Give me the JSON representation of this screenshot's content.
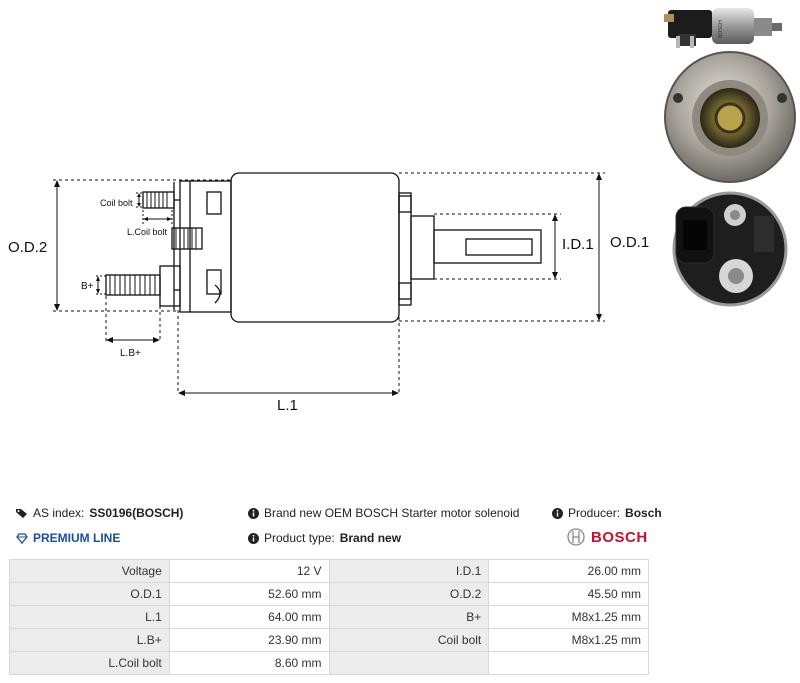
{
  "dimension_labels": {
    "od2": "O.D.2",
    "od1": "O.D.1",
    "id1": "I.D.1",
    "l1": "L.1",
    "coil_bolt": "Coil bolt",
    "lcoil_bolt": "L.Coil bolt",
    "b_plus": "B+",
    "lb_plus": "L.B+"
  },
  "header": {
    "as_index_label": "AS index:",
    "as_index_value": "SS0196(BOSCH)",
    "premium_line": "PREMIUM LINE",
    "description": "Brand new OEM BOSCH Starter motor solenoid",
    "product_type_label": "Product type:",
    "product_type_value": "Brand new",
    "producer_label": "Producer:",
    "producer_value": "Bosch",
    "brand_logo_text": "BOSCH"
  },
  "specs": [
    {
      "k1": "Voltage",
      "v1": "12 V",
      "k2": "I.D.1",
      "v2": "26.00 mm"
    },
    {
      "k1": "O.D.1",
      "v1": "52.60 mm",
      "k2": "O.D.2",
      "v2": "45.50 mm"
    },
    {
      "k1": "L.1",
      "v1": "64.00 mm",
      "k2": "B+",
      "v2": "M8x1.25 mm"
    },
    {
      "k1": "L.B+",
      "v1": "23.90 mm",
      "k2": "Coil bolt",
      "v2": "M8x1.25 mm"
    },
    {
      "k1": "L.Coil bolt",
      "v1": "8.60 mm",
      "k2": "",
      "v2": ""
    }
  ],
  "colors": {
    "premium": "#1a4fa0",
    "brand": "#c8102e"
  }
}
